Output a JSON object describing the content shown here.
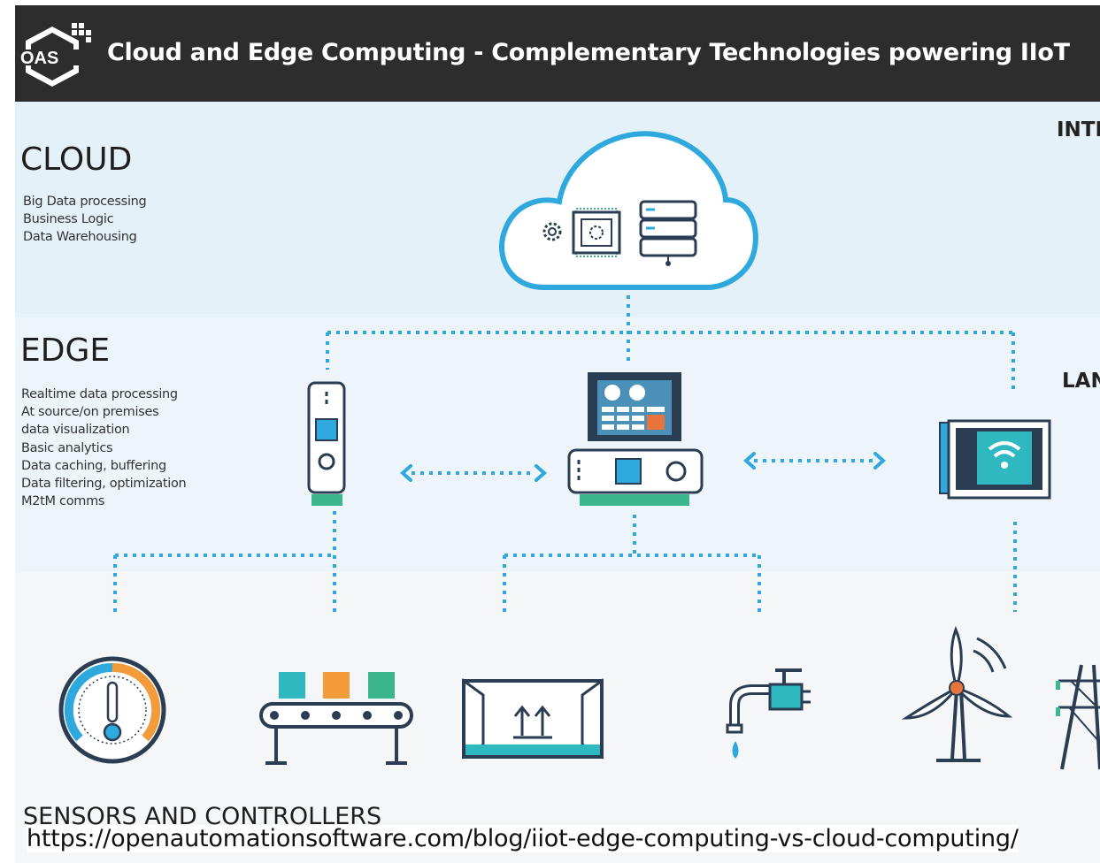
{
  "header": {
    "title": "Cloud and Edge Computing - Complementary Technologies powering IIoT",
    "logo_text": "OAS"
  },
  "cloud": {
    "title": "CLOUD",
    "features": [
      "Big Data processing",
      "Business Logic",
      "Data Warehousing"
    ],
    "side_label": "INTE"
  },
  "edge": {
    "title": "EDGE",
    "features": [
      "Realtime data processing",
      "At source/on premises",
      "data visualization",
      "Basic analytics",
      "Data caching, buffering",
      "Data filtering, optimization",
      "M2tM comms"
    ],
    "side_label": "LAN"
  },
  "sensors": {
    "title": "SENSORS AND CONTROLLERS"
  },
  "source_url": "https://openautomationsoftware.com/blog/iiot-edge-computing-vs-cloud-computing/",
  "icons": {
    "cloud": "cloud-icon",
    "cpu": "cpu-chip-icon",
    "gear": "gear-icon",
    "database": "database-server-icon",
    "gateway": "edge-gateway-icon",
    "hmi": "hmi-panel-icon",
    "wifi_router": "wifi-router-icon",
    "gauge": "temperature-gauge-icon",
    "conveyor": "conveyor-belt-icon",
    "package": "package-icon",
    "faucet": "water-faucet-icon",
    "wind_turbine": "wind-turbine-icon",
    "power_tower": "power-tower-icon"
  },
  "colors": {
    "header_bg": "#2d2d2d",
    "cloud_band": "#e4f1f8",
    "edge_band": "#edf5fa",
    "sensor_band": "#f4f6f7",
    "accent_blue": "#2fa8de",
    "dark_navy": "#2a3d52",
    "green": "#3cb68c",
    "orange": "#f39a3a",
    "teal": "#2fb8c0"
  }
}
